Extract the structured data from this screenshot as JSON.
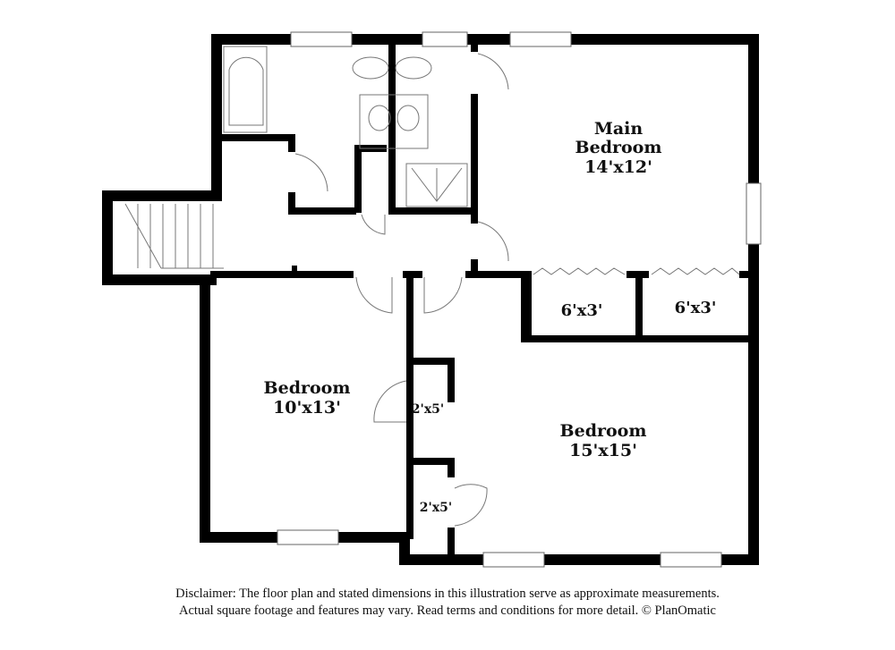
{
  "rooms": [
    {
      "id": "main-bedroom",
      "name": "Main Bedroom",
      "line1": "Main",
      "line2": "Bedroom",
      "dims": "14'x12'"
    },
    {
      "id": "closet-1",
      "dims": "6'x3'"
    },
    {
      "id": "closet-2",
      "dims": "6'x3'"
    },
    {
      "id": "bedroom-left",
      "line1": "Bedroom",
      "dims": "10'x13'"
    },
    {
      "id": "bedroom-right",
      "line1": "Bedroom",
      "dims": "15'x15'"
    },
    {
      "id": "closet-3",
      "dims": "2'x5'"
    },
    {
      "id": "closet-4",
      "dims": "2'x5'"
    }
  ],
  "disclaimer": {
    "line1": "Disclaimer: The floor plan and stated dimensions in this illustration serve as approximate measurements.",
    "line2": "Actual square footage and features may vary. Read terms and conditions for more detail. © PlanOmatic"
  },
  "colors": {
    "wall": "#000000",
    "background": "#ffffff",
    "fixture": "#888888"
  }
}
